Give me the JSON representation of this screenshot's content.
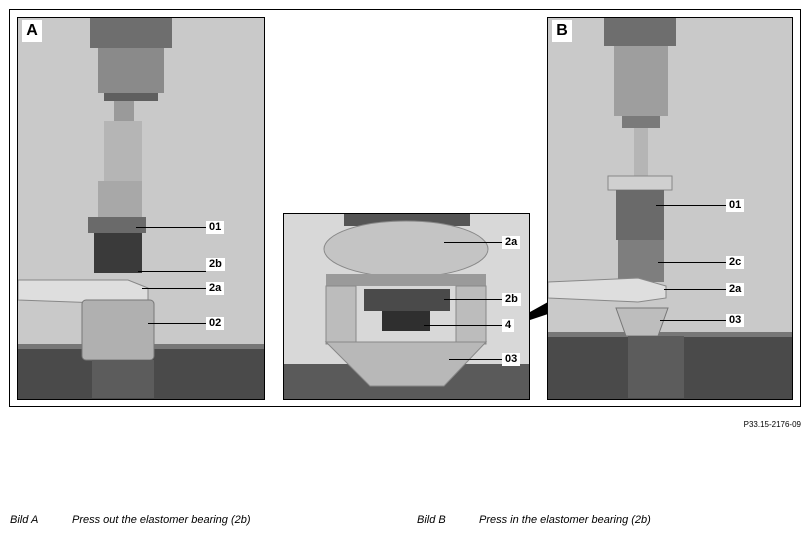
{
  "panel_a": {
    "letter": "A",
    "callouts": [
      "01",
      "2b",
      "2a",
      "02"
    ]
  },
  "panel_c": {
    "callouts": [
      "2a",
      "2b",
      "4",
      "03"
    ]
  },
  "panel_b": {
    "letter": "B",
    "callouts": [
      "01",
      "2c",
      "2a",
      "03"
    ]
  },
  "figure_ref": "P33.15-2176-09",
  "captions": [
    {
      "label": "Bild A",
      "text": "Press out the elastomer bearing (2b)"
    },
    {
      "label": "Bild B",
      "text": "Press in the elastomer bearing (2b)"
    }
  ]
}
